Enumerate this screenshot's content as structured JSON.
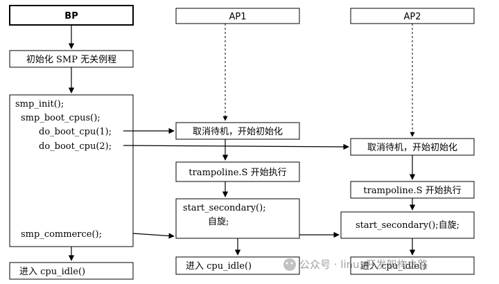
{
  "columns": {
    "bp": "BP",
    "ap1": "AP1",
    "ap2": "AP2"
  },
  "bp": {
    "init": "初始化 SMP 无关例程",
    "smp_init": "smp_init();",
    "smp_boot_cpus": "smp_boot_cpus();",
    "do_boot_cpu1": "do_boot_cpu(1);",
    "do_boot_cpu2": "do_boot_cpu(2);",
    "smp_commerce": "smp_commerce();",
    "idle": "进入 cpu_idle()"
  },
  "ap1": {
    "wake": "取消待机，开始初始化",
    "trampoline": "trampoline.S 开始执行",
    "start_secondary": "start_secondary();",
    "spin": "自旋;",
    "idle": "进入 cpu_idle()"
  },
  "ap2": {
    "wake": "取消待机，开始初始化",
    "trampoline": "trampoline.S 开始执行",
    "start_secondary_spin": "start_secondary();自旋;",
    "idle": "进入 cpu_idle()"
  },
  "watermark": "公众号 · linux开发架构之路"
}
